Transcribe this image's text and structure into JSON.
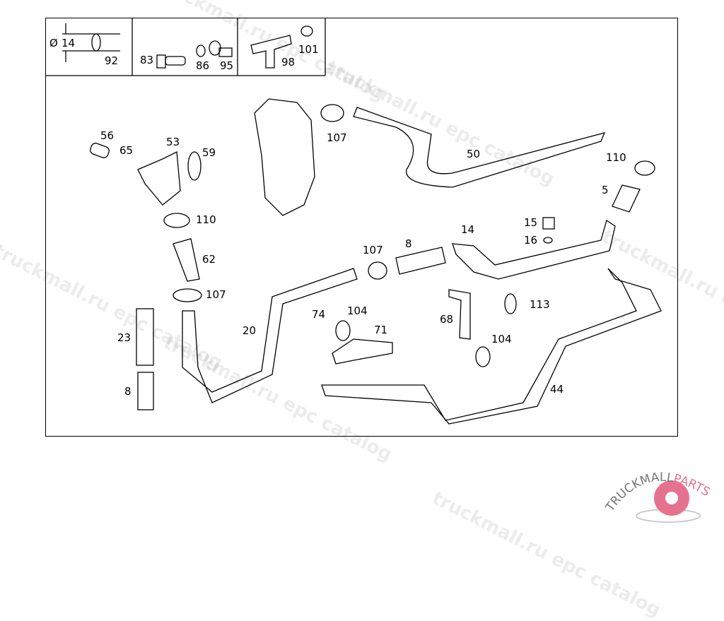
{
  "diagram": {
    "inset_boxes": [
      {
        "diameter_symbol": "Ø",
        "diameter_value": "14",
        "part": "92"
      },
      {
        "parts": [
          "83",
          "86",
          "95"
        ]
      },
      {
        "parts": [
          "101",
          "98"
        ]
      }
    ],
    "part_labels": [
      "107",
      "50",
      "110",
      "5",
      "56",
      "65",
      "53",
      "59",
      "110",
      "62",
      "107",
      "14",
      "15",
      "16",
      "107",
      "8",
      "20",
      "23",
      "74",
      "104",
      "71",
      "68",
      "113",
      "104",
      "44",
      "8"
    ]
  },
  "watermark": {
    "text": "truckmall.ru epc catalog"
  },
  "logo": {
    "text_dark": "TRUCKMALL",
    "text_accent": "PARTS",
    "accent_color": "#e5738f"
  }
}
